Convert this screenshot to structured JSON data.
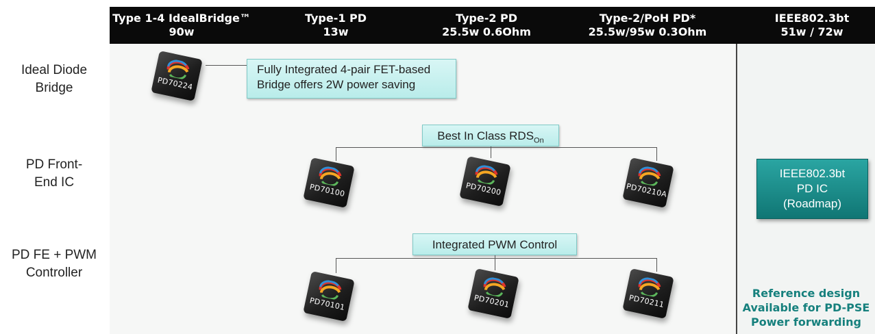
{
  "header": {
    "columns": [
      {
        "line1": "Type 1-4 IdealBridge™",
        "line2": "90w"
      },
      {
        "line1": "Type-1 PD",
        "line2": "13w"
      },
      {
        "line1": "Type-2 PD",
        "line2": "25.5w 0.6Ohm"
      },
      {
        "line1": "Type-2/PoH PD*",
        "line2": "25.5w/95w 0.3Ohm"
      },
      {
        "line1": "IEEE802.3bt",
        "line2": "51w / 72w"
      }
    ]
  },
  "rows": [
    {
      "line1": "Ideal Diode",
      "line2": "Bridge"
    },
    {
      "line1": "PD Front-",
      "line2": "End IC"
    },
    {
      "line1": "PD FE + PWM",
      "line2": "Controller"
    }
  ],
  "callouts": {
    "bridge_line1": "Fully Integrated 4-pair FET-based",
    "bridge_line2": "Bridge offers 2W power saving",
    "rds_text": "Best In Class RDS",
    "rds_sub": "On",
    "pwm_text": "Integrated PWM Control"
  },
  "chips": {
    "bridge": "PD70224",
    "fe1": "PD70100",
    "fe2": "PD70200",
    "fe3": "PD70210A",
    "pwm1": "PD70101",
    "pwm2": "PD70201",
    "pwm3": "PD70211"
  },
  "roadmap": {
    "line1": "IEEE802.3bt",
    "line2": "PD IC",
    "line3": "(Roadmap)"
  },
  "reference": {
    "line1": "Reference design",
    "line2": "Available for PD-PSE",
    "line3": "Power forwarding"
  },
  "colors": {
    "accent_teal": "#16807d",
    "callout_bg": "#c8f0ee",
    "header_bg": "#0a0a0a"
  }
}
